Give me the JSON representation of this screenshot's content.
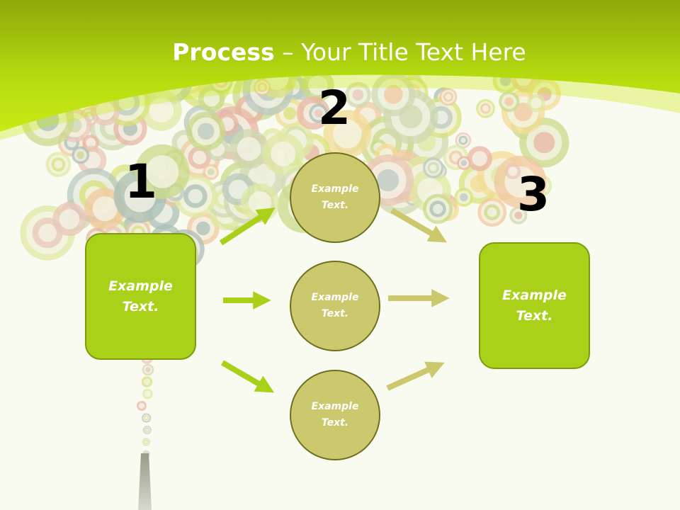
{
  "title": {
    "bold": "Process",
    "rest": " – Your Title Text Here"
  },
  "steps": [
    {
      "number": "1",
      "text": "Example\nText."
    },
    {
      "number": "2",
      "items": [
        "Example\nText.",
        "Example\nText.",
        "Example\nText."
      ]
    },
    {
      "number": "3",
      "text": "Example\nText."
    }
  ],
  "colors": {
    "header_green": "#a9d119",
    "box_fill": "#a9d119",
    "circle_fill": "#cbc86d",
    "arrow_bright": "#a9d119",
    "arrow_olive": "#cbc86d",
    "background": "#fafbf0"
  }
}
